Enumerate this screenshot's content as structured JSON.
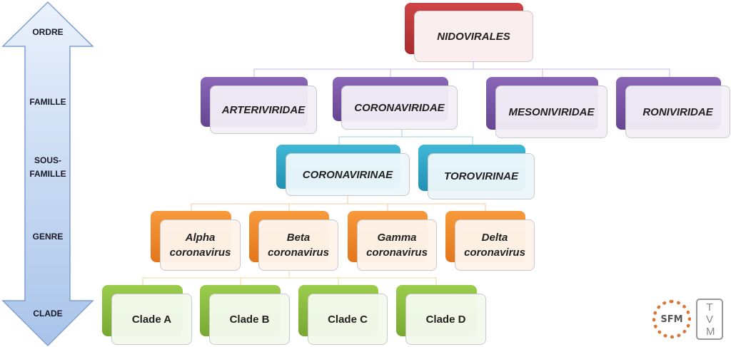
{
  "levels": {
    "ordre": "ORDRE",
    "famille": "FAMILLE",
    "sous1": "SOUS-",
    "sous2": "FAMILLE",
    "genre": "GENRE",
    "clade": "CLADE"
  },
  "order": "NIDOVIRALES",
  "families": [
    "ARTERIVIRIDAE",
    "CORONAVIRIDAE",
    "MESONIVIRIDAE",
    "RONIVIRIDAE"
  ],
  "subfamilies": [
    "CORONAVIRINAE",
    "TOROVIRINAE"
  ],
  "genera": [
    {
      "a": "Alpha",
      "b": "coronavirus"
    },
    {
      "a": "Beta",
      "b": "coronavirus"
    },
    {
      "a": "Gamma",
      "b": "coronavirus"
    },
    {
      "a": "Delta",
      "b": "coronavirus"
    }
  ],
  "clades": [
    "Clade A",
    "Clade B",
    "Clade C",
    "Clade D"
  ],
  "logos": {
    "sfm": "SFM",
    "tvm": "TVM"
  },
  "colors": {
    "order": "#c0393b",
    "family": "#7a58a6",
    "subfamily": "#31a9c9",
    "genus": "#f48a2a",
    "clade": "#8cbf3f"
  }
}
